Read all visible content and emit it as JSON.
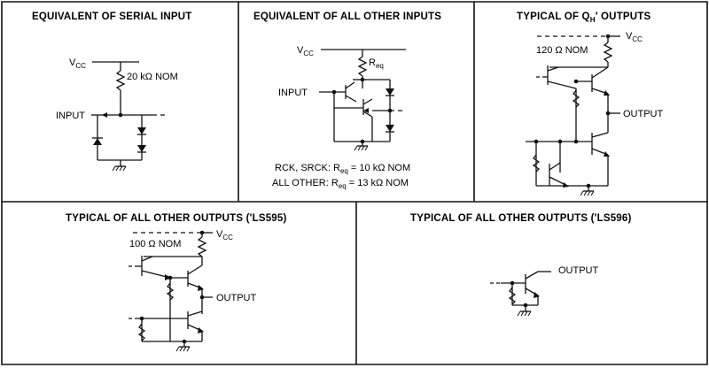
{
  "panels": {
    "serial_input": {
      "title": "EQUIVALENT OF SERIAL INPUT",
      "vcc": "V",
      "vcc_sub": "CC",
      "resistor": "20 kΩ NOM",
      "input": "INPUT"
    },
    "other_inputs": {
      "title": "EQUIVALENT OF ALL OTHER INPUTS",
      "vcc": "V",
      "vcc_sub": "CC",
      "req": "R",
      "req_sub": "eq",
      "input": "INPUT",
      "note1_a": "RCK, SRCK:  R",
      "note1_sub": "eq",
      "note1_b": " = 10 kΩ NOM",
      "note2_a": "ALL OTHER:  R",
      "note2_sub": "eq",
      "note2_b": " = 13 kΩ NOM"
    },
    "qh_outputs": {
      "title_a": "TYPICAL OF Q",
      "title_sub": "H",
      "title_b": "′ OUTPUTS",
      "vcc": "V",
      "vcc_sub": "CC",
      "resistor": "120 Ω NOM",
      "output": "OUTPUT"
    },
    "ls595_outputs": {
      "title": "TYPICAL OF ALL OTHER OUTPUTS ('LS595)",
      "vcc": "V",
      "vcc_sub": "CC",
      "resistor": "100 Ω NOM",
      "output": "OUTPUT"
    },
    "ls596_outputs": {
      "title": "TYPICAL OF ALL OTHER OUTPUTS ('LS596)",
      "output": "OUTPUT"
    }
  }
}
